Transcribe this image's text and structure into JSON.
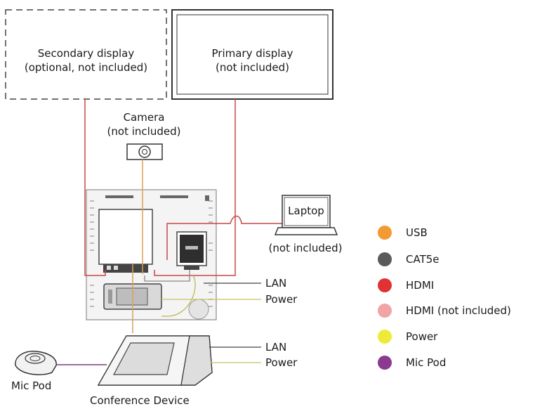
{
  "labels": {
    "secondary_display": [
      "Secondary display",
      "(optional, not included)"
    ],
    "primary_display": [
      "Primary display",
      "(not included)"
    ],
    "camera": [
      "Camera",
      "(not included)"
    ],
    "laptop": "Laptop",
    "laptop_note": "(not included)",
    "lan_upper": "LAN",
    "power_upper": "Power",
    "lan_lower": "LAN",
    "power_lower": "Power",
    "mic_pod": "Mic Pod",
    "conference_device": "Conference Device"
  },
  "legend": [
    {
      "label": "USB",
      "color": "#f39a33"
    },
    {
      "label": "CAT5e",
      "color": "#5a5a5a"
    },
    {
      "label": "HDMI",
      "color": "#e03232"
    },
    {
      "label": "HDMI (not included)",
      "color": "#f2a3a3"
    },
    {
      "label": "Power",
      "color": "#eeea3a"
    },
    {
      "label": "Mic Pod",
      "color": "#8a3a8f"
    }
  ]
}
